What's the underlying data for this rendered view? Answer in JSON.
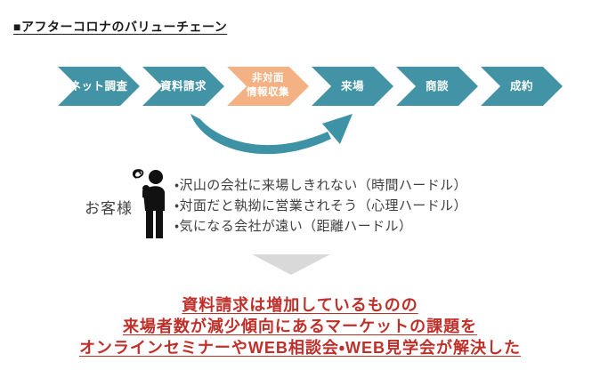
{
  "page": {
    "title": "■アフターコロナのバリューチェーン"
  },
  "value_chain": {
    "steps": [
      {
        "label": "ネット調査",
        "color": "#4193a5",
        "highlighted": false
      },
      {
        "label": "資料請求",
        "color": "#4193a5",
        "highlighted": false
      },
      {
        "label": "非対面情報収集",
        "label_line1": "非対面",
        "label_line2": "情報収集",
        "color": "#f4b183",
        "highlighted": true
      },
      {
        "label": "来場",
        "color": "#4193a5",
        "highlighted": false
      },
      {
        "label": "商談",
        "color": "#4193a5",
        "highlighted": false
      },
      {
        "label": "成約",
        "color": "#4193a5",
        "highlighted": false
      }
    ],
    "step_text_color": "#ffffff",
    "loopback_arrow_color": "#3e92a5"
  },
  "customer": {
    "label": "お客様",
    "icon": "frustrated-person-icon",
    "pain_points": [
      "・沢山の会社に来場しきれない（時間ハードル）",
      "・対面だと執拗に営業されそう（心理ハードル）",
      "・気になる会社が遠い（距離ハードル）"
    ]
  },
  "down_arrow": {
    "icon": "down-triangle-icon",
    "color": "#d9d9d9"
  },
  "conclusion": {
    "color": "#c0302a",
    "lines": [
      "資料請求は増加しているものの",
      "来場者数が減少傾向にあるマーケットの課題を",
      "オンラインセミナーやWEB相談会・WEB見学会が解決した"
    ]
  }
}
